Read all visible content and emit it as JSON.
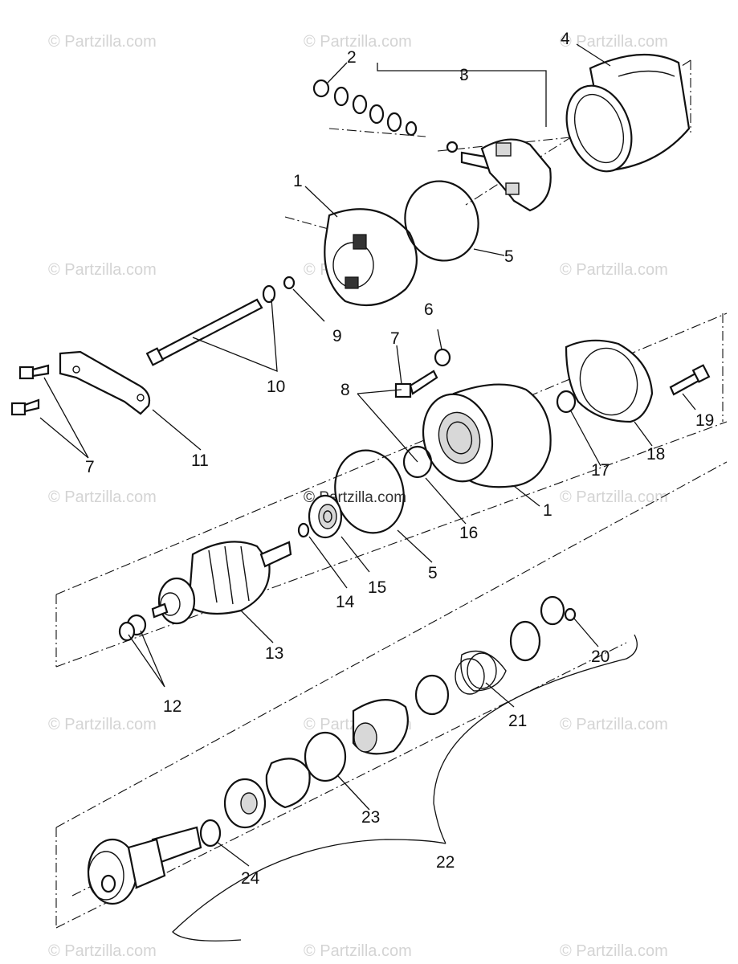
{
  "watermark": "© Partzilla.com",
  "callouts": {
    "c1a": "1",
    "c1b": "1",
    "c2": "2",
    "c3": "3",
    "c4": "4",
    "c5a": "5",
    "c5b": "5",
    "c6": "6",
    "c7a": "7",
    "c7b": "7",
    "c8": "8",
    "c9": "9",
    "c10": "10",
    "c11": "11",
    "c12": "12",
    "c13": "13",
    "c14": "14",
    "c15": "15",
    "c16": "16",
    "c17": "17",
    "c18": "18",
    "c19": "19",
    "c20": "20",
    "c21": "21",
    "c22": "22",
    "c23": "23",
    "c24": "24"
  }
}
